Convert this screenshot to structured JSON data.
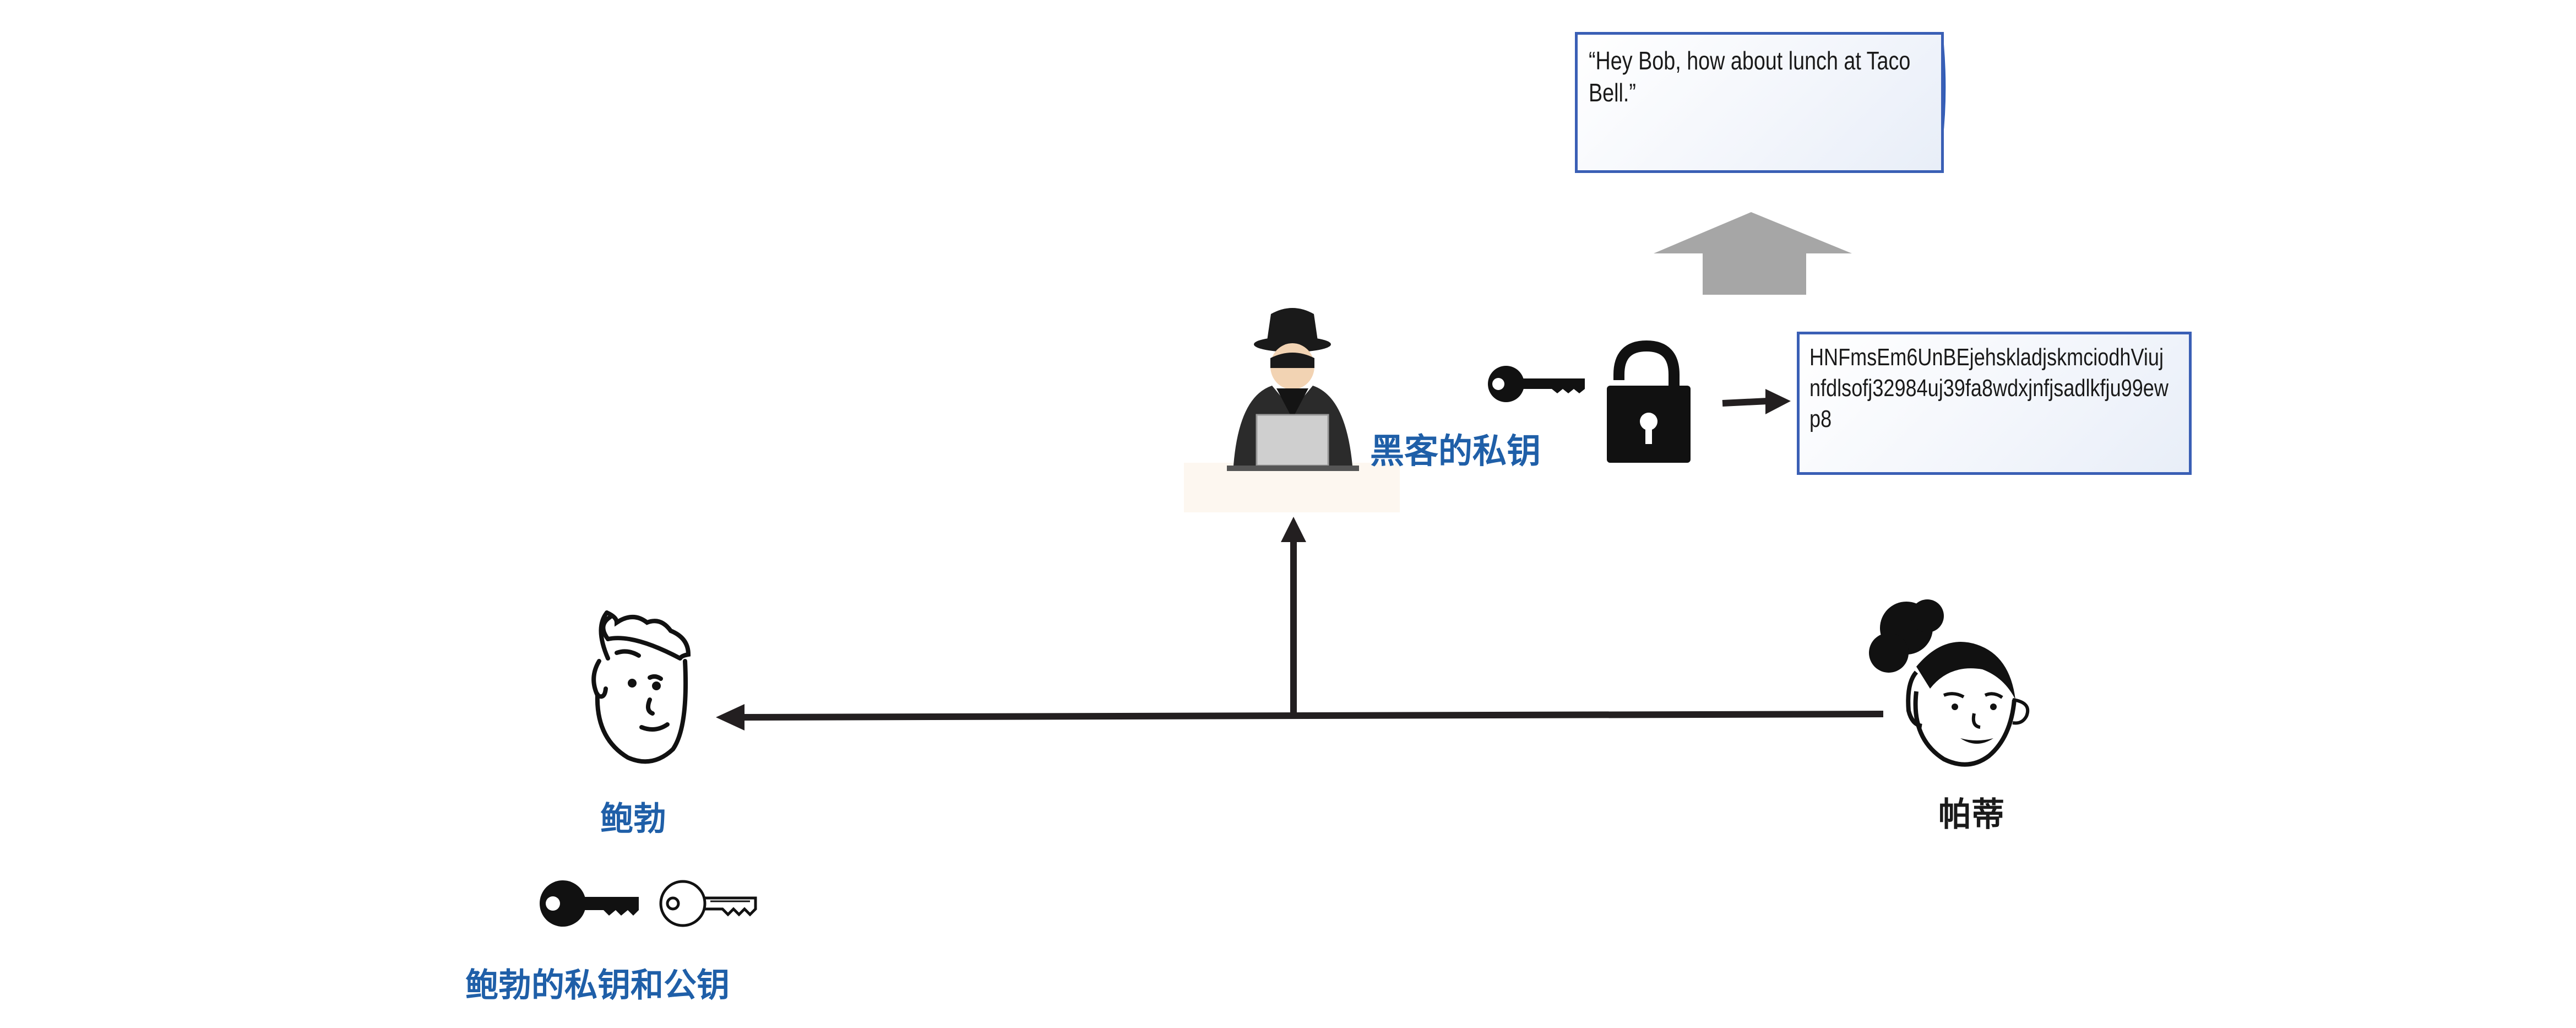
{
  "messages": {
    "plaintext": "“Hey Bob, how about lunch at Taco Bell.”",
    "ciphertext": "HNFmsEm6UnBEjehskladjskmciodhViujnfdlsofj32984uj39fa8wdxjnfjsadlkfju99ewp8"
  },
  "labels": {
    "hacker_private_key": "黑客的私钥",
    "bob_name": "鲍勃",
    "patty_name": "帕蒂",
    "bob_keys": "鲍勃的私钥和公钥"
  },
  "icons": [
    "hacker-icon",
    "key-icon",
    "unlocked-padlock-icon",
    "bob-face-icon",
    "patty-face-icon",
    "private-key-icon",
    "public-key-icon"
  ],
  "colors": {
    "label_blue": "#1f5fa8",
    "note_border": "#3a5fb5",
    "note_fold": "#2f5cb8",
    "arrow_dark": "#231f20",
    "arrow_gray": "#a6a6a6"
  }
}
